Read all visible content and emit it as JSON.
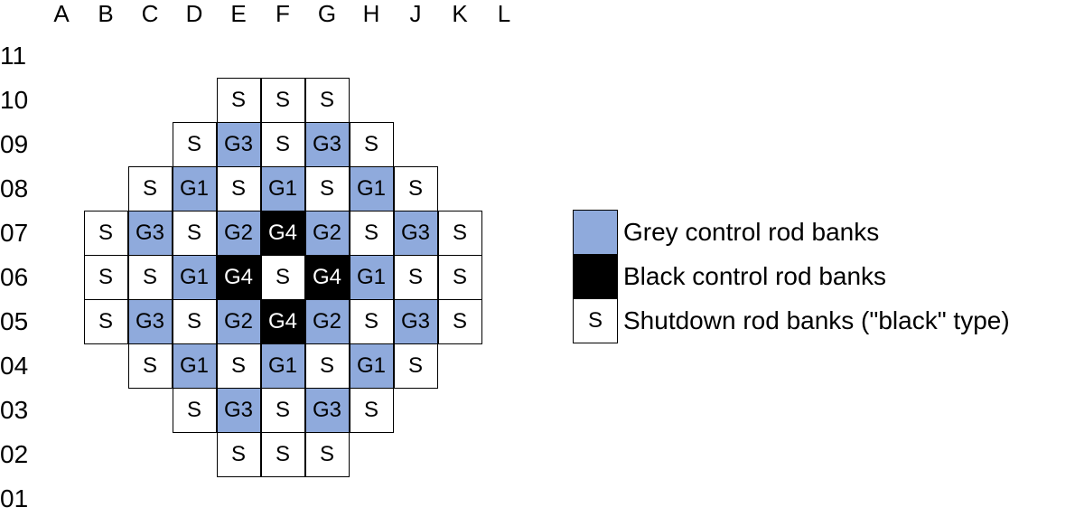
{
  "columns": [
    "A",
    "B",
    "C",
    "D",
    "E",
    "F",
    "G",
    "H",
    "J",
    "K",
    "L"
  ],
  "rows": [
    "11",
    "10",
    "09",
    "08",
    "07",
    "06",
    "05",
    "04",
    "03",
    "02",
    "01"
  ],
  "colors": {
    "grey": "#8faadc",
    "black": "#000000",
    "shutdown": "#ffffff"
  },
  "grid": [
    {
      "row": "10",
      "cells": [
        {
          "col": "E",
          "label": "S",
          "type": "S"
        },
        {
          "col": "F",
          "label": "S",
          "type": "S"
        },
        {
          "col": "G",
          "label": "S",
          "type": "S"
        }
      ]
    },
    {
      "row": "09",
      "cells": [
        {
          "col": "D",
          "label": "S",
          "type": "S"
        },
        {
          "col": "E",
          "label": "G3",
          "type": "grey"
        },
        {
          "col": "F",
          "label": "S",
          "type": "S"
        },
        {
          "col": "G",
          "label": "G3",
          "type": "grey"
        },
        {
          "col": "H",
          "label": "S",
          "type": "S"
        }
      ]
    },
    {
      "row": "08",
      "cells": [
        {
          "col": "C",
          "label": "S",
          "type": "S"
        },
        {
          "col": "D",
          "label": "G1",
          "type": "grey"
        },
        {
          "col": "E",
          "label": "S",
          "type": "S"
        },
        {
          "col": "F",
          "label": "G1",
          "type": "grey"
        },
        {
          "col": "G",
          "label": "S",
          "type": "S"
        },
        {
          "col": "H",
          "label": "G1",
          "type": "grey"
        },
        {
          "col": "J",
          "label": "S",
          "type": "S"
        }
      ]
    },
    {
      "row": "07",
      "cells": [
        {
          "col": "B",
          "label": "S",
          "type": "S"
        },
        {
          "col": "C",
          "label": "G3",
          "type": "grey"
        },
        {
          "col": "D",
          "label": "S",
          "type": "S"
        },
        {
          "col": "E",
          "label": "G2",
          "type": "grey"
        },
        {
          "col": "F",
          "label": "G4",
          "type": "black"
        },
        {
          "col": "G",
          "label": "G2",
          "type": "grey"
        },
        {
          "col": "H",
          "label": "S",
          "type": "S"
        },
        {
          "col": "J",
          "label": "G3",
          "type": "grey"
        },
        {
          "col": "K",
          "label": "S",
          "type": "S"
        }
      ]
    },
    {
      "row": "06",
      "cells": [
        {
          "col": "B",
          "label": "S",
          "type": "S"
        },
        {
          "col": "C",
          "label": "S",
          "type": "S"
        },
        {
          "col": "D",
          "label": "G1",
          "type": "grey"
        },
        {
          "col": "E",
          "label": "G4",
          "type": "black"
        },
        {
          "col": "F",
          "label": "S",
          "type": "S"
        },
        {
          "col": "G",
          "label": "G4",
          "type": "black"
        },
        {
          "col": "H",
          "label": "G1",
          "type": "grey"
        },
        {
          "col": "J",
          "label": "S",
          "type": "S"
        },
        {
          "col": "K",
          "label": "S",
          "type": "S"
        }
      ]
    },
    {
      "row": "05",
      "cells": [
        {
          "col": "B",
          "label": "S",
          "type": "S"
        },
        {
          "col": "C",
          "label": "G3",
          "type": "grey"
        },
        {
          "col": "D",
          "label": "S",
          "type": "S"
        },
        {
          "col": "E",
          "label": "G2",
          "type": "grey"
        },
        {
          "col": "F",
          "label": "G4",
          "type": "black"
        },
        {
          "col": "G",
          "label": "G2",
          "type": "grey"
        },
        {
          "col": "H",
          "label": "S",
          "type": "S"
        },
        {
          "col": "J",
          "label": "G3",
          "type": "grey"
        },
        {
          "col": "K",
          "label": "S",
          "type": "S"
        }
      ]
    },
    {
      "row": "04",
      "cells": [
        {
          "col": "C",
          "label": "S",
          "type": "S"
        },
        {
          "col": "D",
          "label": "G1",
          "type": "grey"
        },
        {
          "col": "E",
          "label": "S",
          "type": "S"
        },
        {
          "col": "F",
          "label": "G1",
          "type": "grey"
        },
        {
          "col": "G",
          "label": "S",
          "type": "S"
        },
        {
          "col": "H",
          "label": "G1",
          "type": "grey"
        },
        {
          "col": "J",
          "label": "S",
          "type": "S"
        }
      ]
    },
    {
      "row": "03",
      "cells": [
        {
          "col": "D",
          "label": "S",
          "type": "S"
        },
        {
          "col": "E",
          "label": "G3",
          "type": "grey"
        },
        {
          "col": "F",
          "label": "S",
          "type": "S"
        },
        {
          "col": "G",
          "label": "G3",
          "type": "grey"
        },
        {
          "col": "H",
          "label": "S",
          "type": "S"
        }
      ]
    },
    {
      "row": "02",
      "cells": [
        {
          "col": "E",
          "label": "S",
          "type": "S"
        },
        {
          "col": "F",
          "label": "S",
          "type": "S"
        },
        {
          "col": "G",
          "label": "S",
          "type": "S"
        }
      ]
    }
  ],
  "legend": [
    {
      "type": "grey",
      "swatch_text": "",
      "label": "Grey control rod banks"
    },
    {
      "type": "black",
      "swatch_text": "",
      "label": "Black control rod banks"
    },
    {
      "type": "S",
      "swatch_text": "S",
      "label": "Shutdown rod banks (\"black\" type)"
    }
  ]
}
